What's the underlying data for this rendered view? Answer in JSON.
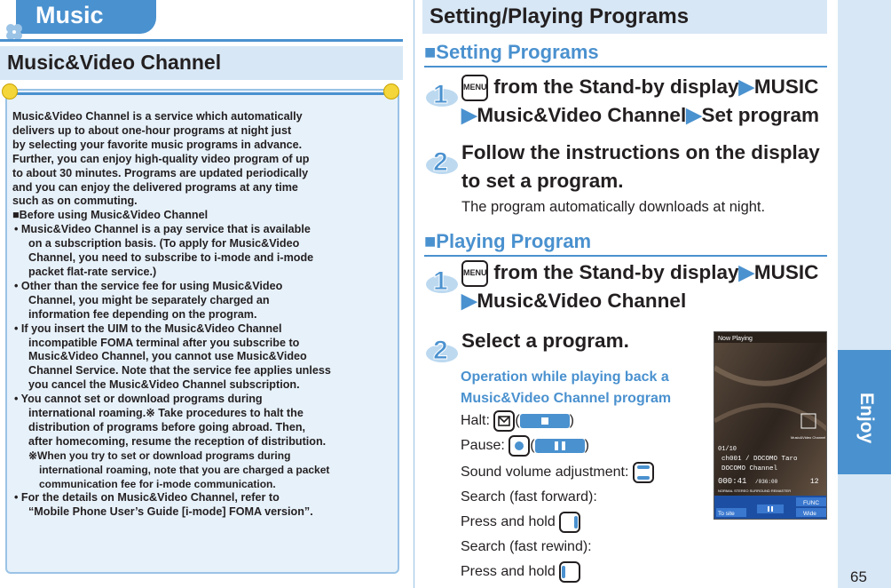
{
  "left": {
    "chapter_title": "Music",
    "section_title": "Music&Video Channel",
    "intro": [
      "Music&Video Channel is a service which automatically",
      "delivers up to about one-hour programs at night just",
      "by selecting your favorite music programs in advance.",
      "Further, you can enjoy high-quality video program of up",
      "to about 30 minutes. Programs are updated periodically",
      "and you can enjoy the delivered programs at any time",
      "such as on commuting."
    ],
    "before_heading": "■Before using Music&Video Channel",
    "bullets": [
      [
        "• Music&Video Channel is a pay service that is available",
        "on a subscription basis. (To apply for Music&Video",
        "Channel, you need to subscribe to i-mode and i-mode",
        "packet flat-rate service.)"
      ],
      [
        "• Other than the service fee for using Music&Video",
        "Channel, you might be separately charged an",
        "information fee depending on the program."
      ],
      [
        "• If you insert the UIM to the Music&Video Channel",
        "incompatible FOMA terminal after you subscribe to",
        "Music&Video Channel, you cannot use Music&Video",
        "Channel Service. Note that the service fee applies unless",
        "you cancel the Music&Video Channel subscription."
      ],
      [
        "• You cannot set or download programs during",
        "international roaming.※ Take procedures to halt the",
        "distribution of programs before going abroad. Then,",
        "after homecoming, resume the reception of distribution."
      ]
    ],
    "subnote": [
      "※When you try to set or download programs during",
      "international roaming, note that you are charged a packet",
      "communication fee for i-mode communication."
    ],
    "last_bullet": [
      "• For the details on Music&Video Channel, refer to",
      "“Mobile Phone User’s Guide [i-mode] FOMA version”."
    ]
  },
  "right": {
    "title": "Setting/Playing Programs",
    "setting_heading": "■Setting Programs",
    "setting_steps": [
      {
        "num": "1",
        "line1": " from the Stand-by display",
        "line1b": "MUSIC",
        "line2": "Music&Video Channel",
        "line2b": "Set program"
      },
      {
        "num": "2",
        "line1": "Follow the instructions on the display",
        "line2": "to set a program.",
        "note": "The program automatically downloads at night."
      }
    ],
    "playing_heading": "■Playing Program",
    "playing_steps": [
      {
        "num": "1",
        "line1": " from the Stand-by display",
        "line1b": "MUSIC",
        "line2": "Music&Video Channel"
      },
      {
        "num": "2",
        "line1": "Select a program."
      }
    ],
    "menu_key": "MENU",
    "operation_title1": "Operation while playing back a",
    "operation_title2": "Music&Video Channel program",
    "halt": "Halt: ",
    "pause": "Pause: ",
    "volume": "Sound volume adjustment: ",
    "ff_label": "Search (fast forward):",
    "ff_action": "Press and hold ",
    "rw_label": "Search (fast rewind):",
    "rw_action": "Press and hold "
  },
  "phone": {
    "header": "Now Playing",
    "logo_text": "Music&Video Channel",
    "track": "01/10",
    "channel_line": "ch001 / DOCOMO Taro",
    "program": "DOCOMO Channel",
    "time": "000:41",
    "total": "/036:00",
    "volume": "12",
    "modes": "NORMAL  STEREO  SURROUND  REMASTER",
    "soft_left": "To site",
    "soft_right_top": "FUNC",
    "soft_right_bottom": "Wide"
  },
  "side_tab": "Enjoy",
  "page_number": "65",
  "colors": {
    "accent": "#4a91cf",
    "panel": "#d7e7f5",
    "note_bg": "#e7f1fa"
  }
}
